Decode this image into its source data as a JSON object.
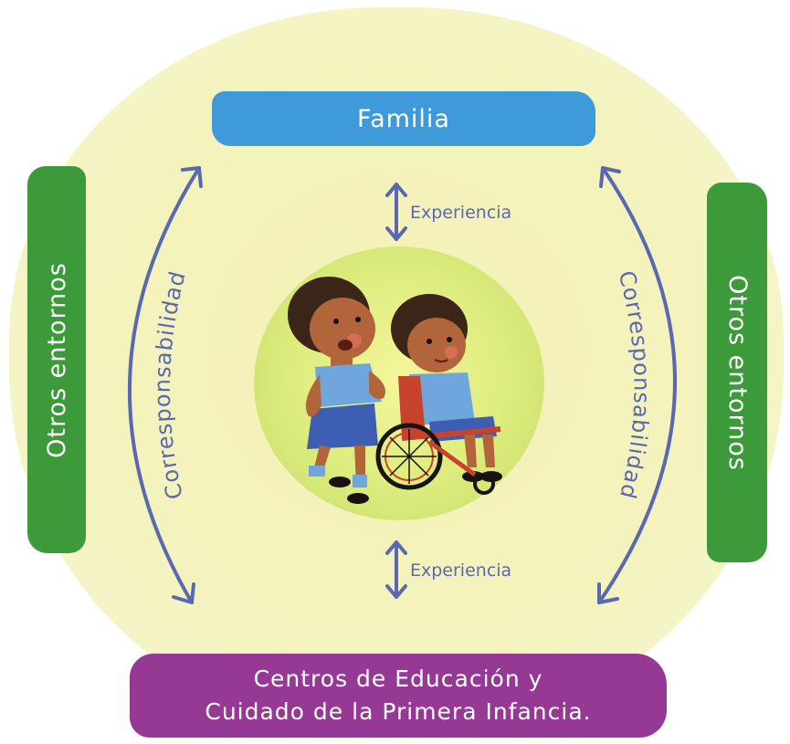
{
  "diagram": {
    "top_label": "Familia",
    "bottom_label_line1": "Centros de Educación y",
    "bottom_label_line2": "Cuidado de la Primera Infancia.",
    "left_side_label": "Otros entornos",
    "right_side_label": "Otros entornos",
    "left_arc_label": "Corresponsabilidad",
    "right_arc_label": "Corresponsabilidad",
    "top_experience_label": "Experiencia",
    "bottom_experience_label": "Experiencia"
  },
  "colors": {
    "background_blob": "#f4f3bd",
    "familia": "#3e9ad8",
    "centros": "#953995",
    "otros_entornos": "#3c9a3a",
    "arrows": "#5a68b3"
  }
}
